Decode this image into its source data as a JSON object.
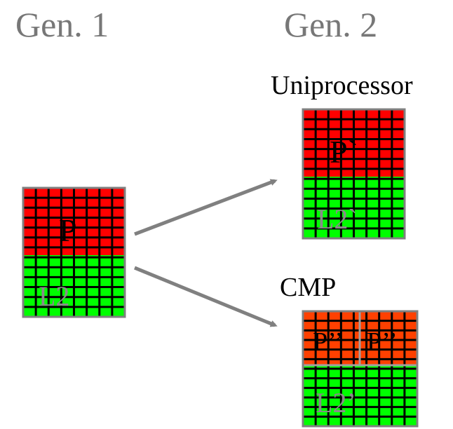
{
  "headers": {
    "gen1": "Gen. 1",
    "gen2": "Gen. 2"
  },
  "captions": {
    "uniprocessor": "Uniprocessor",
    "cmp": "CMP"
  },
  "blocks": {
    "gen1": {
      "proc_label": "P",
      "cache_label": "L2"
    },
    "uni": {
      "proc_label": "P`",
      "cache_label": "L2`"
    },
    "cmp": {
      "core1_label": "P’’",
      "core2_label": "P’’",
      "cache_label": "L2’"
    }
  },
  "colors": {
    "processor": "#ff0000",
    "cmp_core": "#ff4000",
    "cache": "#00ff00",
    "grid": "#000000",
    "border": "#808080",
    "arrow": "#808080",
    "faint_label": "#8a8a8a"
  }
}
